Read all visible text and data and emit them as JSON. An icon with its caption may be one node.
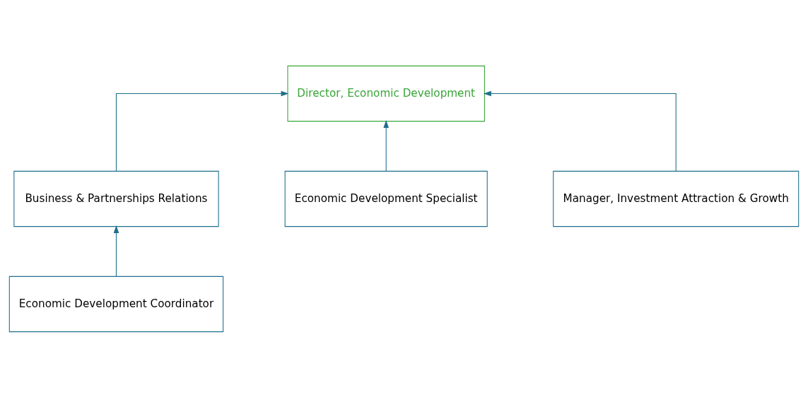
{
  "diagram": {
    "nodes": [
      {
        "text": [
          "Director, Economic Development"
        ]
      },
      {
        "text": [
          "Business & Partnerships Relations"
        ]
      },
      {
        "text": [
          "Economic Development Specialist"
        ]
      },
      {
        "text": [
          "Manager, Investment Attraction & Growth"
        ]
      },
      {
        "text": [
          "Economic Development Coordinator"
        ]
      }
    ],
    "edges": [
      {
        "from": 1,
        "to": 0,
        "arrow": "to"
      },
      {
        "from": 2,
        "to": 0,
        "arrow": "to"
      },
      {
        "from": 3,
        "to": 0,
        "arrow": "to"
      },
      {
        "from": 4,
        "to": 1,
        "arrow": "to"
      }
    ]
  }
}
